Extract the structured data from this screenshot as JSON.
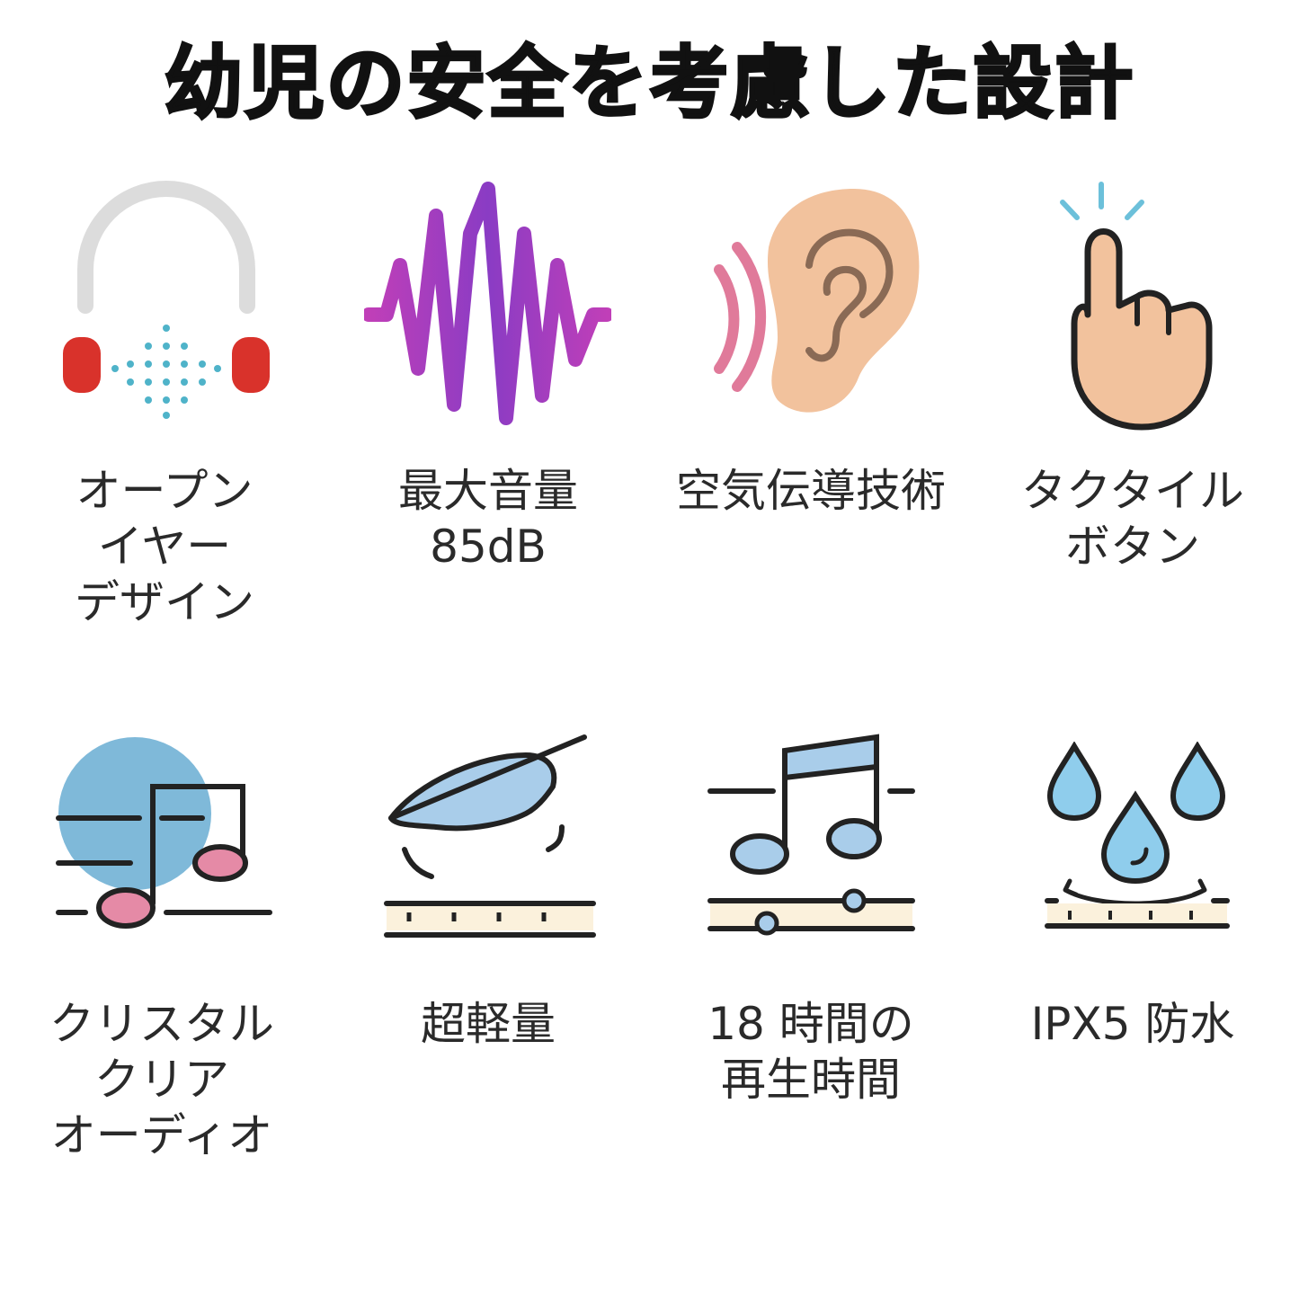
{
  "title": "幼児の安全を考慮した設計",
  "features": [
    {
      "icon": "headphones-icon",
      "lines": [
        "オープン",
        "イヤー",
        "デザイン"
      ]
    },
    {
      "icon": "sound-wave-icon",
      "lines": [
        "最大音量",
        "85dB"
      ]
    },
    {
      "icon": "ear-icon",
      "lines": [
        "空気伝導技術"
      ]
    },
    {
      "icon": "tap-finger-icon",
      "lines": [
        "タクタイル",
        "ボタン"
      ]
    },
    {
      "icon": "music-note-circle-icon",
      "lines": [
        "クリスタル",
        "クリア",
        "オーディオ"
      ]
    },
    {
      "icon": "feather-icon",
      "lines": [
        "超軽量"
      ]
    },
    {
      "icon": "music-notes-staff-icon",
      "lines": [
        "18 時間の",
        "再生時間"
      ]
    },
    {
      "icon": "water-drops-icon",
      "lines": [
        "IPX5 防水"
      ]
    }
  ],
  "colors": {
    "headphone_cup": "#d9322b",
    "dots": "#4fb3c9",
    "wave_purple": "#9b3fc0",
    "ear_skin": "#f2c29d",
    "ear_sound": "#e07a9a",
    "finger_skin": "#f2c29d",
    "tap_lines": "#6cc0da",
    "circle_blue": "#7fb9d9",
    "note_pink": "#e58aa6",
    "feather_blue": "#a9cdea",
    "drop_blue": "#8fcdec"
  }
}
